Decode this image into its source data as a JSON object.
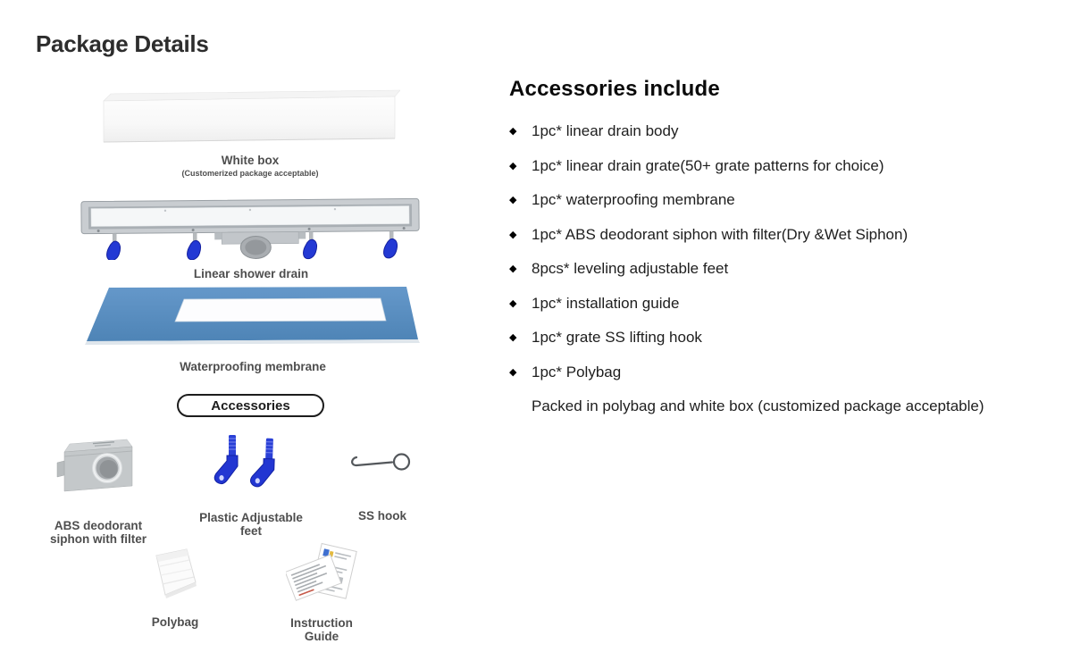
{
  "page": {
    "title": "Package Details"
  },
  "colors": {
    "membrane_blue": "#5b91c4",
    "feet_blue": "#2236d2",
    "metal_gray": "#c4c8ca",
    "label_gray": "#4e4e4e",
    "text_black": "#1e1e1e"
  },
  "gallery": {
    "white_box": {
      "label": "White box",
      "sublabel": "(Customerized package acceptable)"
    },
    "linear_drain": {
      "label": "Linear shower drain"
    },
    "membrane": {
      "label": "Waterproofing membrane"
    },
    "accessories_badge": {
      "label": "Accessories"
    },
    "siphon": {
      "label_line1": "ABS deodorant",
      "label_line2": "siphon with filter"
    },
    "adjustable_feet": {
      "label_line1": "Plastic Adjustable",
      "label_line2": "feet"
    },
    "ss_hook": {
      "label": "SS hook"
    },
    "polybag": {
      "label": "Polybag"
    },
    "instruction_guide": {
      "label_line1": "Instruction",
      "label_line2": "Guide"
    }
  },
  "accessories_list": {
    "heading": "Accessories include",
    "bullet": "◆",
    "items": [
      "1pc* linear drain body",
      "1pc* linear drain grate(50+ grate patterns for choice)",
      "1pc* waterproofing membrane",
      "1pc* ABS deodorant siphon with filter(Dry &Wet Siphon)",
      "8pcs* leveling adjustable feet",
      "1pc* installation guide",
      "1pc* grate SS lifting hook",
      "1pc* Polybag"
    ],
    "note": "Packed in polybag and white box (customized package acceptable)"
  }
}
